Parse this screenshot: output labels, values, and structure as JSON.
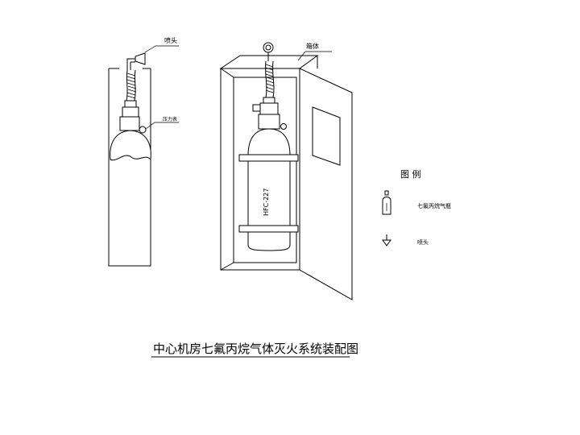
{
  "labels": {
    "nozzle_callout": "喷头",
    "gauge_callout": "压力表",
    "cabinet_callout": "箱体",
    "cylinder_marking": "HFC-227",
    "legend_title": "图 例",
    "legend_cylinder": "七氟丙烷气瓶",
    "legend_nozzle": "喷头",
    "drawing_title": "中心机房七氟丙烷气体灭火系统装配图"
  }
}
